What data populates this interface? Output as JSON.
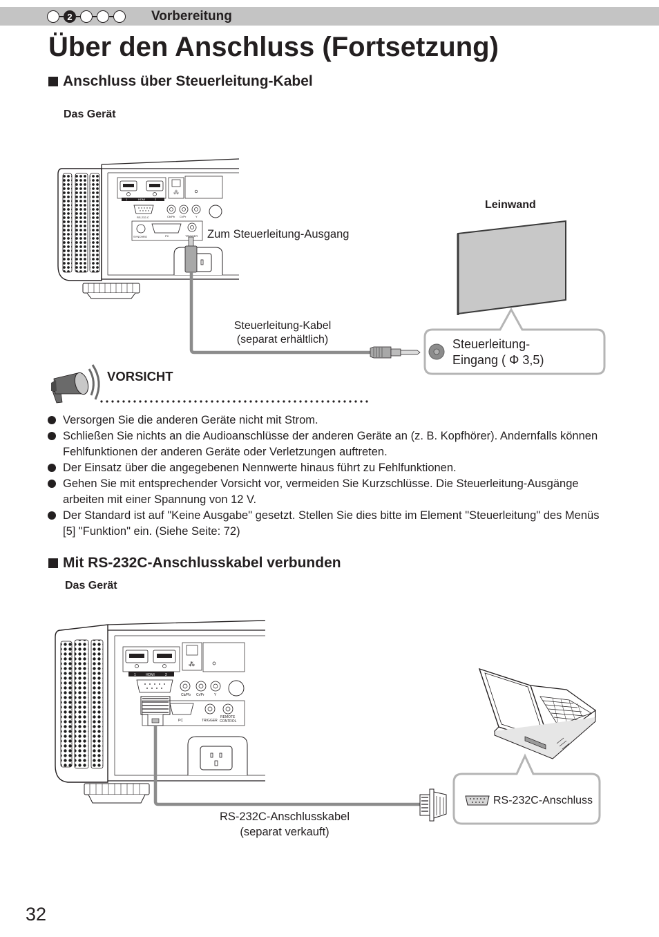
{
  "header": {
    "steps": [
      "",
      "2",
      "",
      "",
      ""
    ],
    "section": "Vorbereitung"
  },
  "title": "Über den Anschluss (Fortsetzung)",
  "sec1": {
    "heading": "Anschluss über Steuerleitung-Kabel",
    "device_label": "Das Gerät",
    "screen_label": "Leinwand",
    "output_label": "Zum Steuerleitung-Ausgang",
    "cable_line1": "Steuerleitung-Kabel",
    "cable_line2": "(separat erhältlich)",
    "input_line1": "Steuerleitung-",
    "input_line2": "Eingang ( Φ 3,5)",
    "panel": {
      "hdmi": "HDMI",
      "hdmi1": "1",
      "hdmi2": "2",
      "rs232": "RS-232-C",
      "cbpb": "Cb/Pb",
      "crpr": "Cr/Pr",
      "y": "Y",
      "synchro": "SYNCHRO",
      "pc": "PC",
      "trigger": "TRIGGER"
    }
  },
  "caution": {
    "title": "VORSICHT",
    "items": [
      "Versorgen Sie die anderen Geräte nicht mit Strom.",
      "Schließen Sie nichts an die Audioanschlüsse der anderen Geräte an (z. B. Kopfhörer). Andernfalls können Fehlfunktionen der anderen Geräte oder Verletzungen auftreten.",
      "Der Einsatz über die angegebenen Nennwerte hinaus führt zu Fehlfunktionen.",
      "Gehen Sie mit entsprechender Vorsicht vor, vermeiden Sie Kurzschlüsse. Die Steuerleitung-Ausgänge arbeiten mit einer Spannung von 12 V.",
      "Der Standard ist auf \"Keine Ausgabe\" gesetzt. Stellen Sie dies bitte im Element \"Steuerleitung\" des Menüs [5] \"Funktion\" ein. (Siehe Seite: 72)"
    ]
  },
  "sec2": {
    "heading": "Mit RS-232C-Anschlusskabel verbunden",
    "device_label": "Das Gerät",
    "cable_line1": "RS-232C-Anschlusskabel",
    "cable_line2": "(separat verkauft)",
    "port_label": "RS-232C-Anschluss",
    "panel": {
      "hdmi": "HDMI",
      "hdmi1": "1",
      "hdmi2": "2",
      "cbpb": "Cb/Pb",
      "crpr": "Cr/Pr",
      "y": "Y",
      "pc": "PC",
      "trigger": "TRIGGER",
      "remote1": "REMOTE",
      "remote2": "CONTROL"
    }
  },
  "page_number": "32",
  "colors": {
    "header_bar": "#c4c4c4",
    "text": "#231f20",
    "cable": "#8c8c8c",
    "screen": "#c8c8c8",
    "callout_border": "#b5b5b5"
  }
}
